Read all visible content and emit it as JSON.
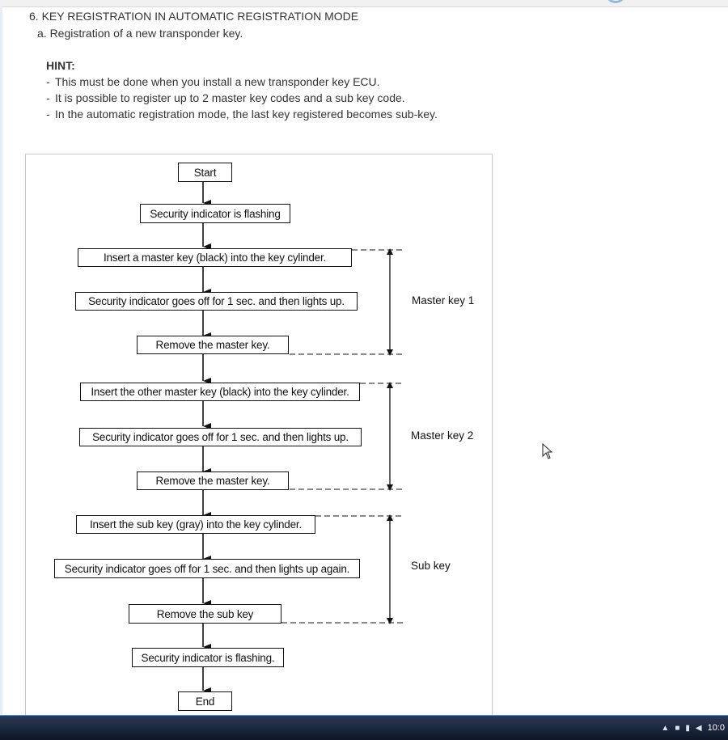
{
  "document": {
    "heading": "6. KEY REGISTRATION IN AUTOMATIC REGISTRATION MODE",
    "subheading": "a. Registration of a new transponder key.",
    "hint_label": "HINT:",
    "hints": [
      "This must be done when you install a new transponder key ECU.",
      "It is possible to register up to 2 master key codes and a sub key code.",
      "In the automatic registration mode, the last key registered becomes sub-key."
    ]
  },
  "flowchart": {
    "steps": {
      "start": "Start",
      "flashing1": "Security indicator is flashing",
      "insert_master1": "Insert a master key (black) into the key cylinder.",
      "off1": "Security indicator goes off for 1 sec. and then lights up.",
      "remove_master1": "Remove the master key.",
      "insert_master2": "Insert the other master key (black) into the key cylinder.",
      "off2": "Security indicator goes off for 1 sec. and then lights up.",
      "remove_master2": "Remove the master key.",
      "insert_sub": "Insert the sub key (gray) into the key cylinder.",
      "off3": "Security indicator goes off for 1 sec. and then lights up again.",
      "remove_sub": "Remove the sub key",
      "flashing2": "Security indicator is flashing.",
      "end": "End"
    },
    "groups": {
      "master1": "Master key 1",
      "master2": "Master key 2",
      "sub": "Sub key"
    }
  },
  "taskbar": {
    "clock": "10:0",
    "tray_icons": [
      "chevron-up-icon",
      "network-icon",
      "signal-icon",
      "volume-icon"
    ]
  }
}
